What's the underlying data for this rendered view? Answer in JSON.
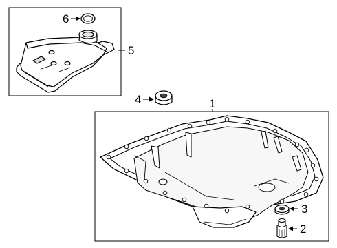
{
  "callouts": [
    {
      "id": "filter-assembly",
      "number": "5"
    },
    {
      "id": "filter-seal",
      "number": "6"
    },
    {
      "id": "drain-plug-gasket",
      "number": "4"
    },
    {
      "id": "oil-pan",
      "number": "1"
    },
    {
      "id": "pan-gasket-washer",
      "number": "3"
    },
    {
      "id": "drain-plug",
      "number": "2"
    }
  ]
}
